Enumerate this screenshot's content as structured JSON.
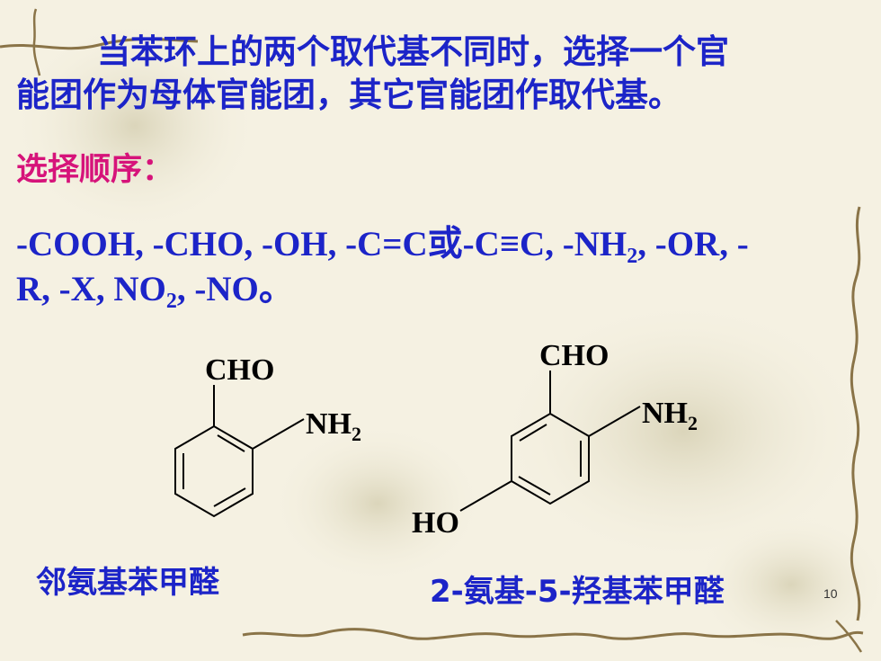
{
  "text": {
    "line1": "当苯环上的两个取代基不同时，选择一个官",
    "line2": "能团作为母体官能团，其它官能团作取代基。",
    "order_title": "选择顺序：",
    "formula_line1": {
      "a": "-COOH, -CHO, -OH, -C=C或-C≡C, -NH",
      "sub": "2",
      "b": ", -OR, -"
    },
    "formula_line2": {
      "a": "R, -X, NO",
      "sub": "2",
      "b": ", -NO。"
    }
  },
  "molecule1": {
    "label_top": "CHO",
    "label_right": "NH",
    "label_right_sub": "2",
    "caption": "邻氨基苯甲醛"
  },
  "molecule2": {
    "label_top": "CHO",
    "label_right": "NH",
    "label_right_sub": "2",
    "label_bottom": "HO",
    "caption": "2-氨基-5-羟基苯甲醛"
  },
  "page_number": "10",
  "colors": {
    "title_blue": "#1c24c8",
    "heading_magenta": "#d6137a",
    "background": "#f5f1e2"
  }
}
